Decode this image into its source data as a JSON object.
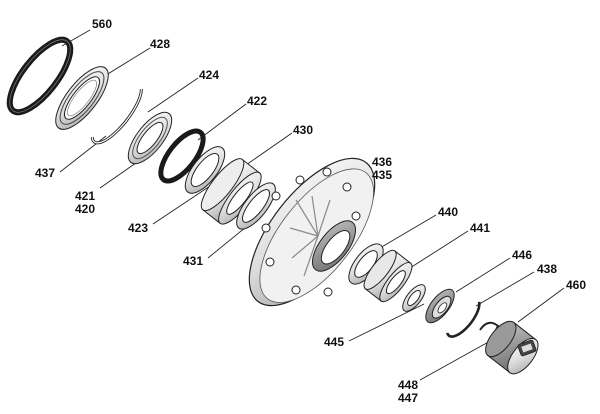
{
  "diagram": {
    "type": "exploded parts diagram",
    "callouts": [
      {
        "id": "c560",
        "label": "560"
      },
      {
        "id": "c428",
        "label": "428"
      },
      {
        "id": "c424",
        "label": "424"
      },
      {
        "id": "c422",
        "label": "422"
      },
      {
        "id": "c430",
        "label": "430"
      },
      {
        "id": "c436",
        "label": "436"
      },
      {
        "id": "c435",
        "label": "435"
      },
      {
        "id": "c440",
        "label": "440"
      },
      {
        "id": "c441",
        "label": "441"
      },
      {
        "id": "c446",
        "label": "446"
      },
      {
        "id": "c438",
        "label": "438"
      },
      {
        "id": "c460",
        "label": "460"
      },
      {
        "id": "c437",
        "label": "437"
      },
      {
        "id": "c421",
        "label": "421"
      },
      {
        "id": "c420",
        "label": "420"
      },
      {
        "id": "c423",
        "label": "423"
      },
      {
        "id": "c431",
        "label": "431"
      },
      {
        "id": "c445",
        "label": "445"
      },
      {
        "id": "c448",
        "label": "448"
      },
      {
        "id": "c447",
        "label": "447"
      }
    ],
    "colors": {
      "ink": "#111111",
      "line": "#222222",
      "part_fill": "#ffffff",
      "shade_light": "#e6e6e6",
      "shade_mid": "#c4c4c4",
      "shade_dark": "#8a8a8a",
      "seal_black": "#1a1a1a"
    }
  }
}
